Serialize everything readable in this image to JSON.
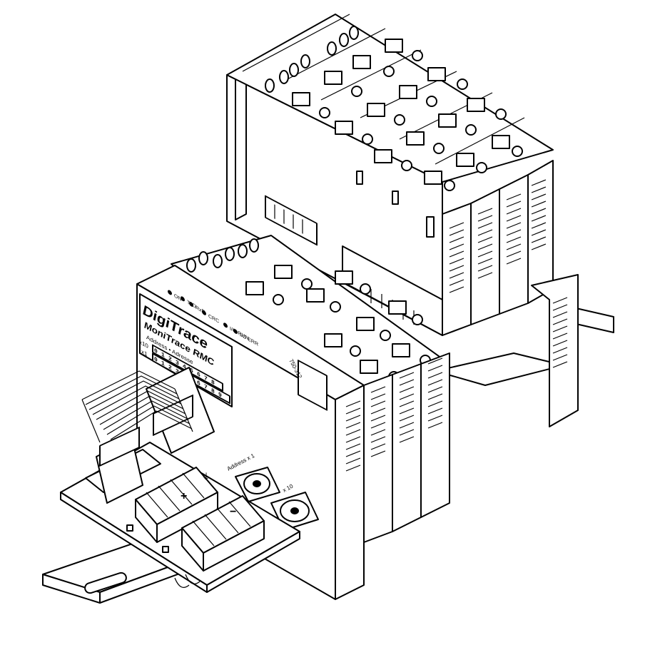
{
  "brand": {
    "logo": "DigiTrace",
    "model": "MoniTrace RMC"
  },
  "leds": {
    "on": "ON",
    "txd": "TxD",
    "rxd": "RxD",
    "crc": "CRC",
    "io_run": "I/O RUN",
    "io_err": "I/O ERR"
  },
  "address_panel": {
    "title": "Address • Adresse",
    "row_x10": "x10",
    "row_x1": "x1",
    "digits": [
      "0",
      "1",
      "2",
      "3",
      "4",
      "5",
      "6",
      "7",
      "8",
      "9"
    ]
  },
  "part_number": "750-312",
  "rotary_switches": {
    "x1_label": "Address x 1",
    "x10_label": "x 10"
  },
  "power_terminal": {
    "plus": "+",
    "minus": "−",
    "ground": "⏚"
  }
}
